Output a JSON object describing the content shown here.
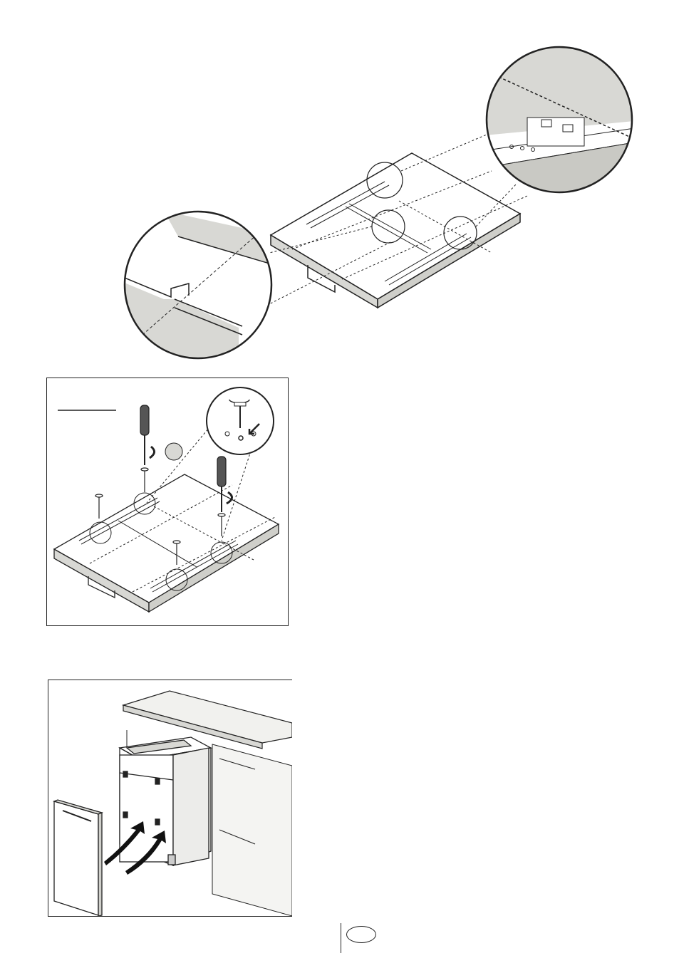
{
  "page": {
    "lang_badge": ""
  },
  "figures": [
    {
      "id": "fig-countertop-underside",
      "has_text": false
    },
    {
      "id": "fig-screw-fixing",
      "has_text": false
    },
    {
      "id": "fig-door-panel-mounting",
      "has_text": false
    }
  ],
  "colors": {
    "line": "#222222",
    "shade": "#d8d8d4",
    "edge": "#c9c9c4"
  }
}
